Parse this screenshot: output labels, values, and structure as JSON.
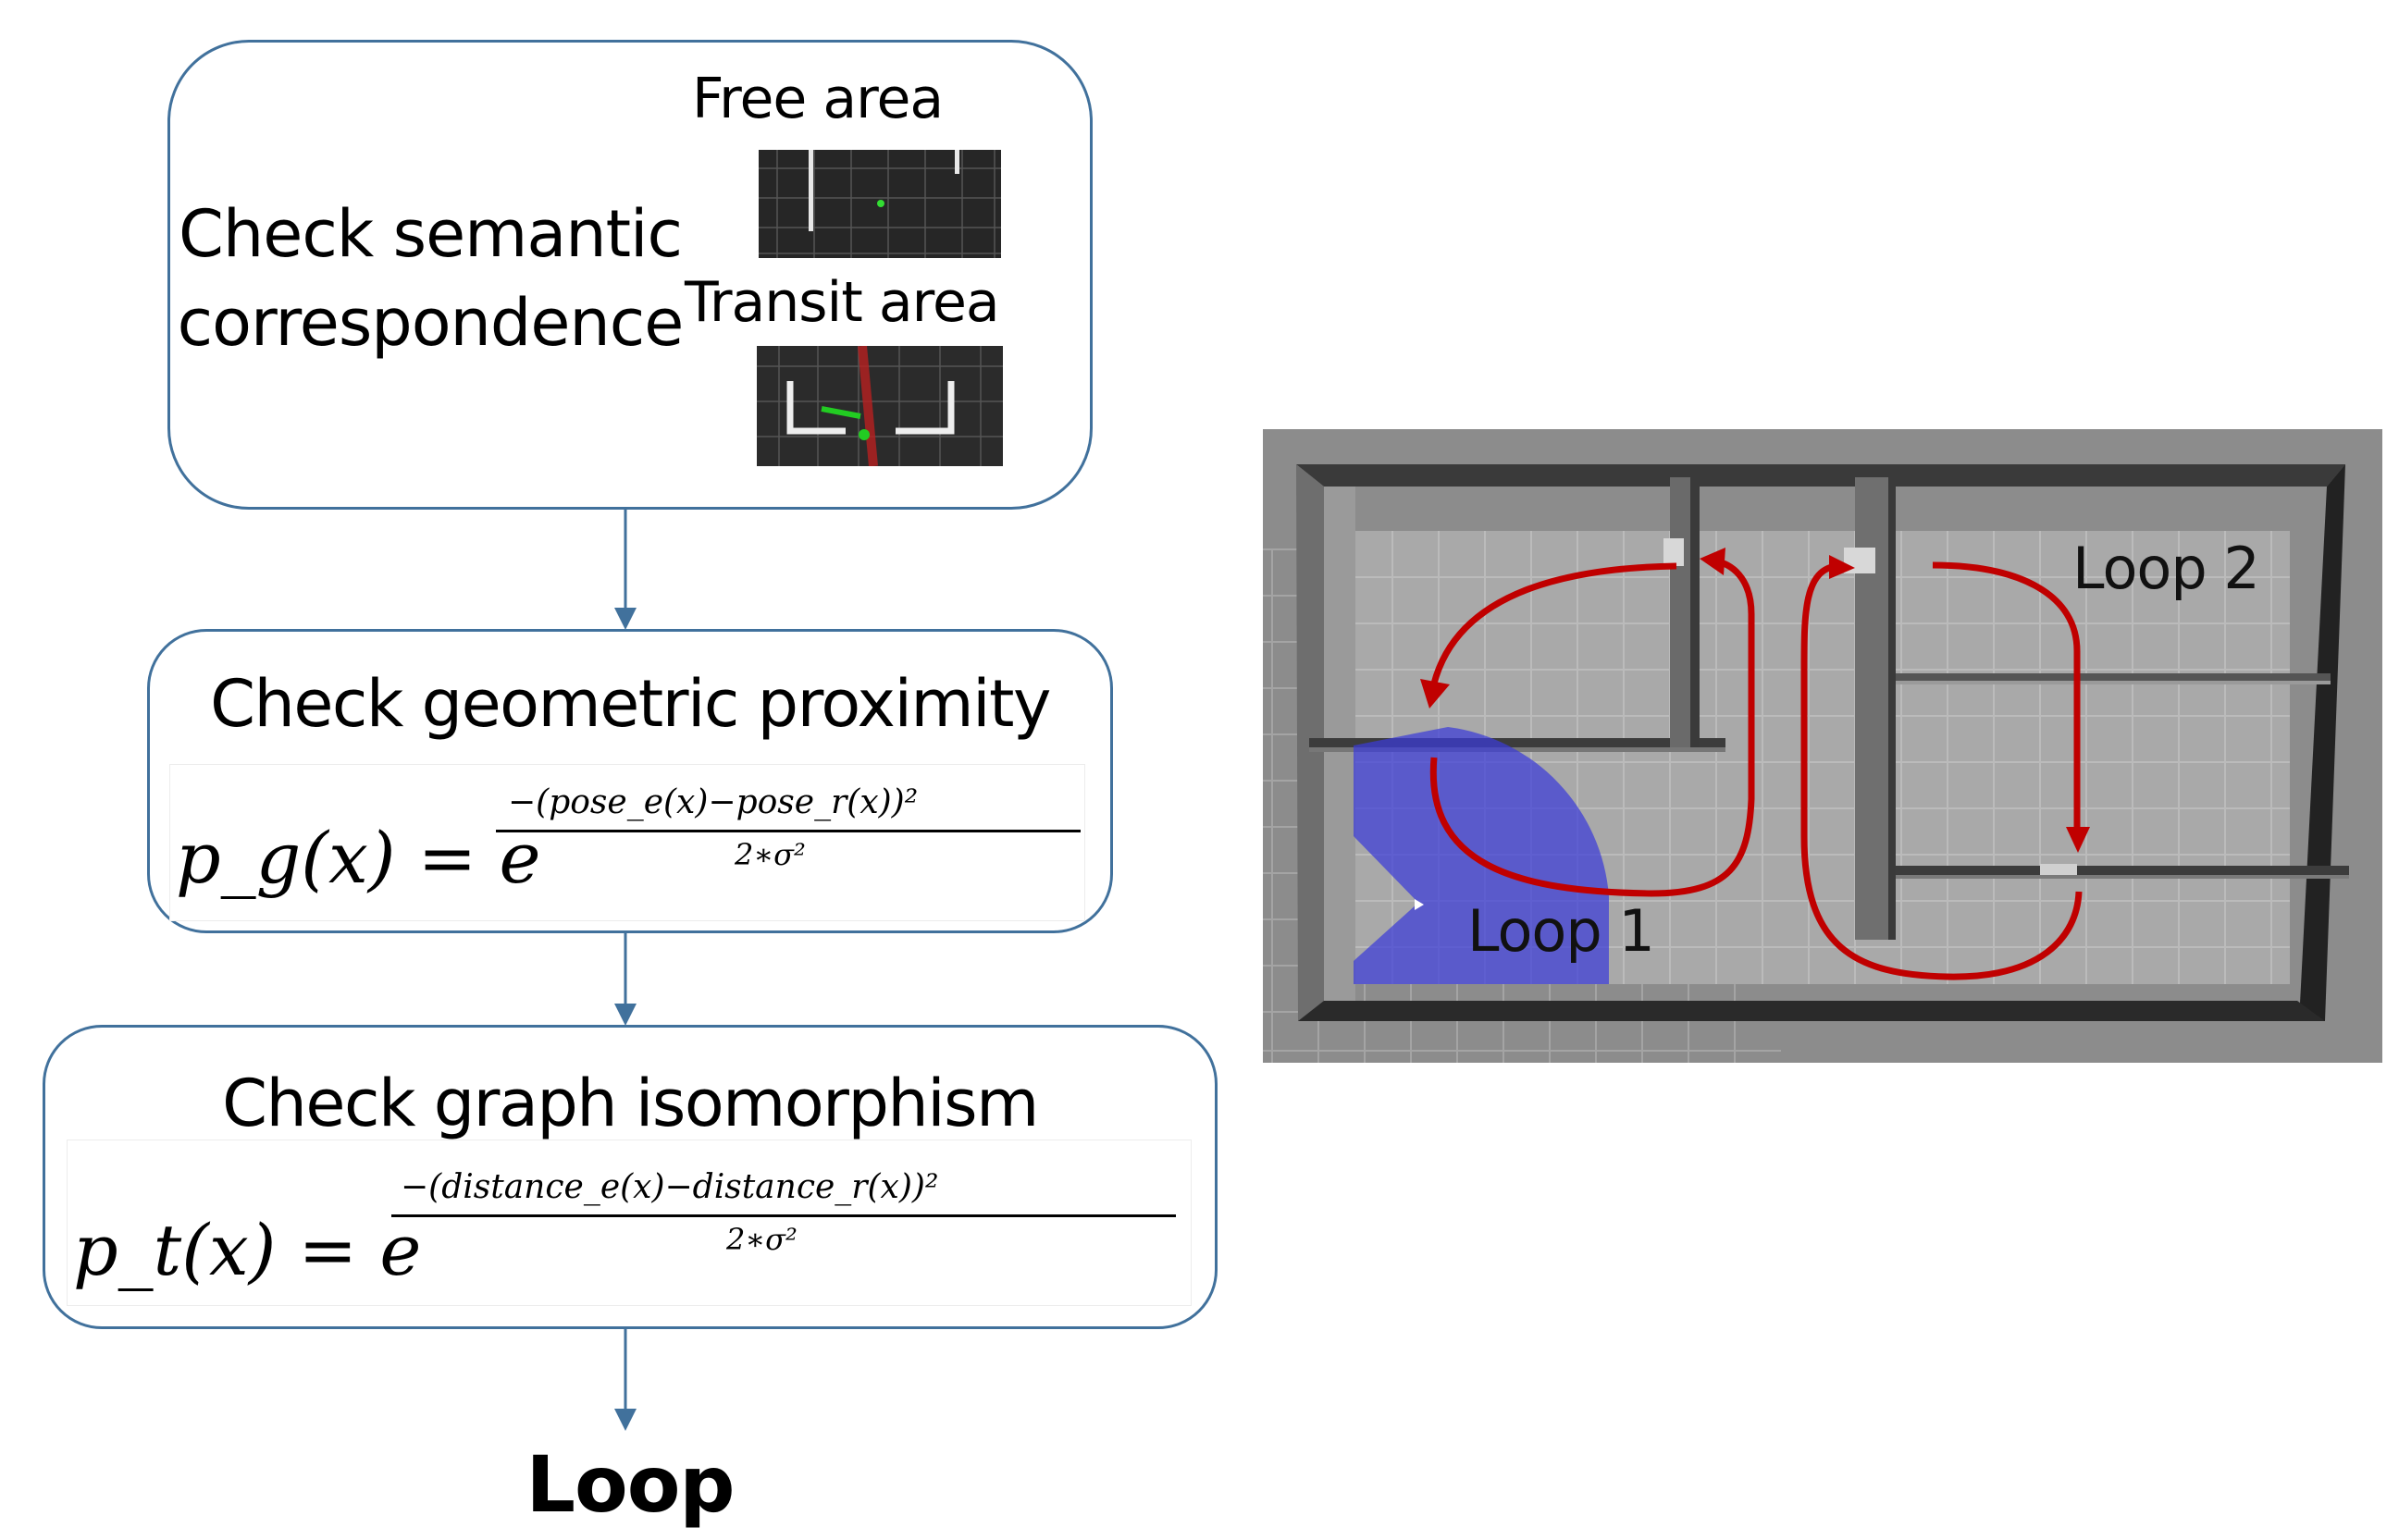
{
  "step1": {
    "title_line1": "Check semantic",
    "title_line2": "correspondence",
    "free_area_label": "Free area",
    "transit_area_label": "Transit area"
  },
  "step2": {
    "title": "Check geometric proximity",
    "formula_lhs": "p_g(x) = e",
    "formula_numerator": "−(pose_e(x)−pose_r(x))²",
    "formula_denominator": "2∗σ²"
  },
  "step3": {
    "title": "Check graph isomorphism",
    "formula_lhs": "p_t(x) = e",
    "formula_numerator": "−(distance_e(x)−distance_r(x))²",
    "formula_denominator": "2∗σ²"
  },
  "output": {
    "label": "Loop"
  },
  "map": {
    "loop1_label": "Loop 1",
    "loop2_label": "Loop 2"
  },
  "colors": {
    "box_border": "#41719c",
    "arrow": "#41719c",
    "loop_arrow": "#c00000",
    "sensor_fan": "#3c3cd8"
  }
}
